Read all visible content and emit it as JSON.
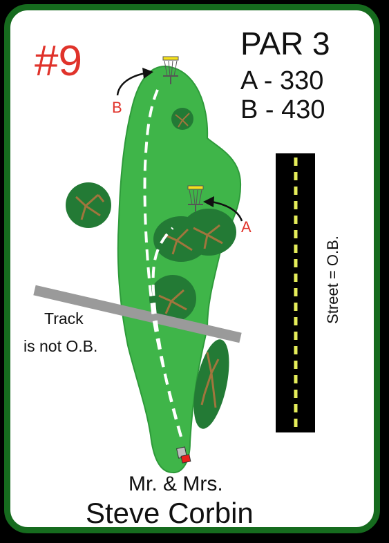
{
  "hole": {
    "number": "#9",
    "par": "PAR 3",
    "tees": [
      {
        "label": "A - 330"
      },
      {
        "label": "B - 430"
      }
    ],
    "basket_labels": {
      "a": "A",
      "b": "B"
    }
  },
  "annotations": {
    "track_line1": "Track",
    "track_line2": "is not O.B.",
    "street": "Street = O.B."
  },
  "sponsor": {
    "line1": "Mr. & Mrs.",
    "line2": "Steve Corbin"
  },
  "colors": {
    "frame": "#166b1e",
    "fairway": "#3fb549",
    "fairway_edge": "#2e9a3a",
    "trees": "#237a35",
    "branches": "#a1753d",
    "hole_number": "#e0332b",
    "basket": "#f5e11b",
    "street": "#000000",
    "street_line": "#e6ee5a",
    "track": "#9a9a9a"
  }
}
